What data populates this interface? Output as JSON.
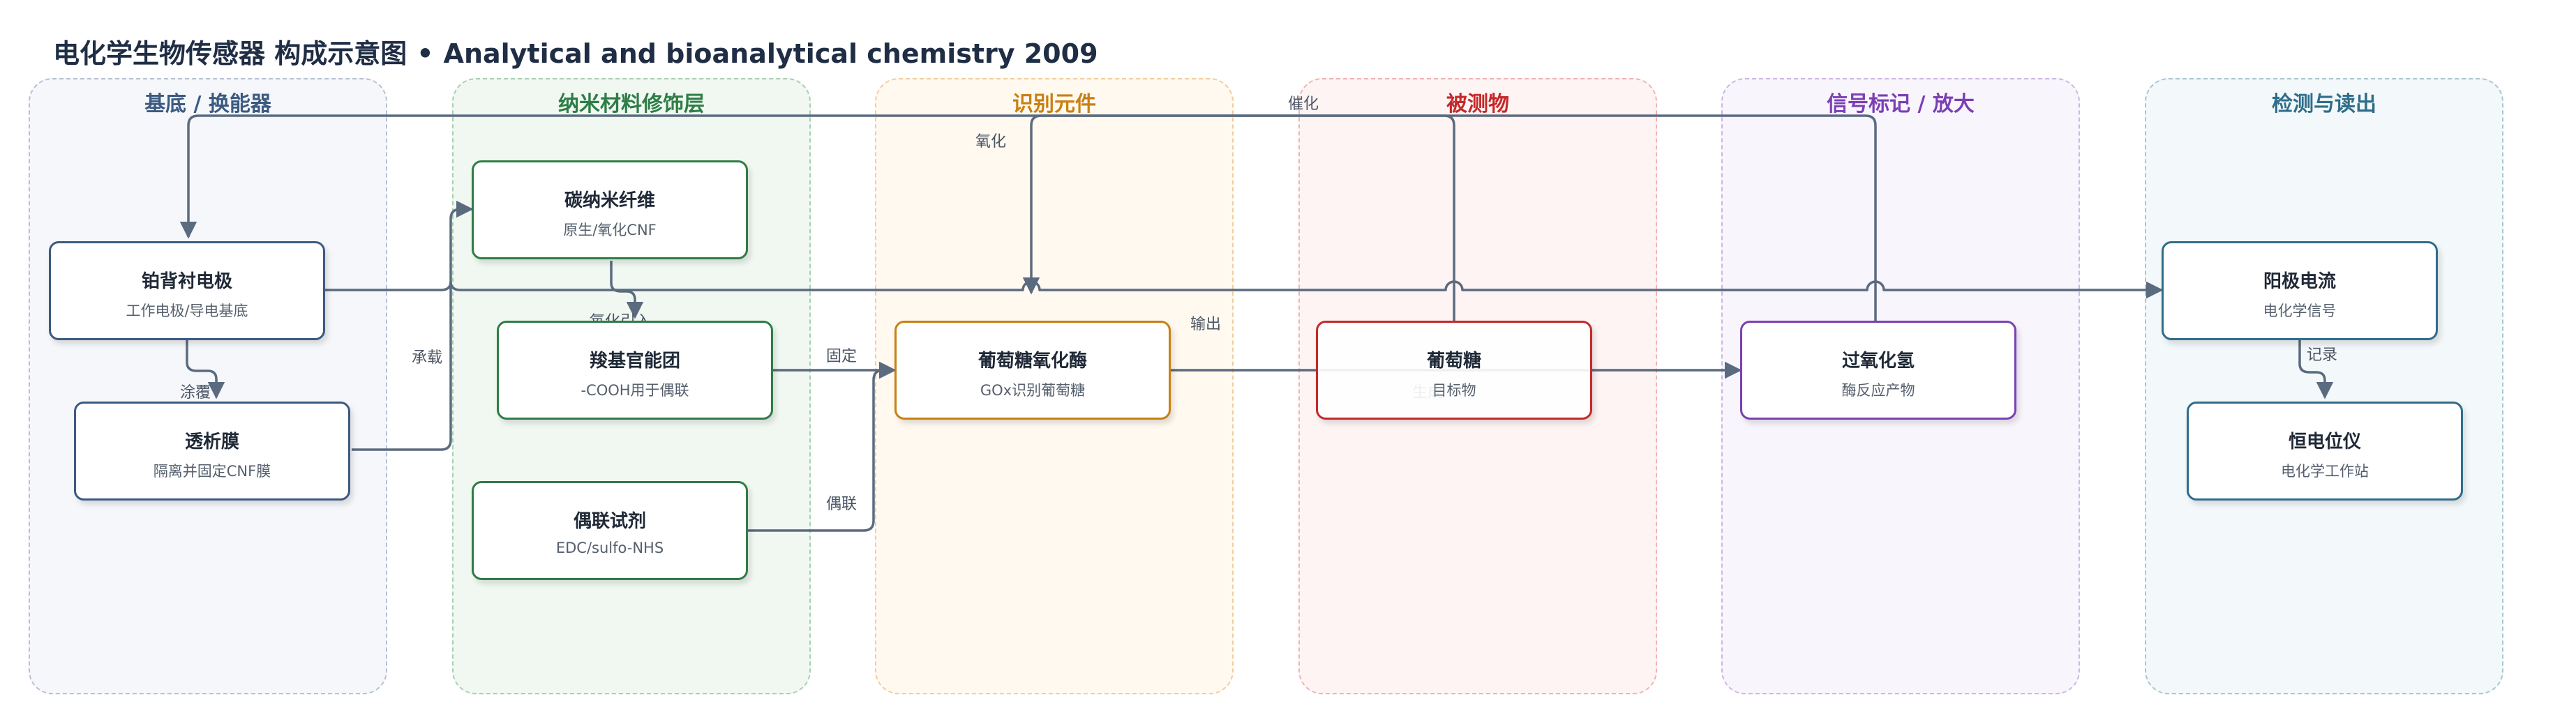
{
  "title": {
    "zh": "电化学生物传感器 构成示意图",
    "separator": "•",
    "en": "Analytical and bioanalytical chemistry 2009"
  },
  "colors": {
    "edge": "#5b6b7f",
    "substrate": "#3c5a80",
    "nano": "#2e7d46",
    "recognition": "#c98012",
    "analyte": "#c62828",
    "signal": "#7b3fb3",
    "readout": "#2f6d8a"
  },
  "lanes": [
    {
      "id": "substrate",
      "title": "基底 / 换能器"
    },
    {
      "id": "nano",
      "title": "纳米材料修饰层"
    },
    {
      "id": "recognition",
      "title": "识别元件"
    },
    {
      "id": "analyte",
      "title": "被测物"
    },
    {
      "id": "signal",
      "title": "信号标记 / 放大"
    },
    {
      "id": "readout",
      "title": "检测与读出"
    }
  ],
  "nodes": {
    "pt_electrode": {
      "title": "铂背衬电极",
      "subtitle": "工作电极/导电基底"
    },
    "dialysis": {
      "title": "透析膜",
      "subtitle": "隔离并固定CNF膜"
    },
    "cnf": {
      "title": "碳纳米纤维",
      "subtitle": "原生/氧化CNF"
    },
    "carboxyl": {
      "title": "羧基官能团",
      "subtitle": "-COOH用于偶联"
    },
    "coupling": {
      "title": "偶联试剂",
      "subtitle": "EDC/sulfo-NHS"
    },
    "gox": {
      "title": "葡萄糖氧化酶",
      "subtitle": "GOx识别葡萄糖"
    },
    "glucose": {
      "title": "葡萄糖",
      "subtitle": "目标物"
    },
    "h2o2": {
      "title": "过氧化氢",
      "subtitle": "酶反应产物"
    },
    "anodic": {
      "title": "阳极电流",
      "subtitle": "电化学信号"
    },
    "potentiostat": {
      "title": "恒电位仪",
      "subtitle": "电化学工作站"
    }
  },
  "edge_labels": {
    "coat": "涂覆",
    "support": "承载",
    "oxidize_intro": "氧化引入",
    "immobilize": "固定",
    "couple": "偶联",
    "output": "输出",
    "generate": "生成",
    "catalyze": "催化",
    "oxidation": "氧化",
    "record": "记录"
  }
}
